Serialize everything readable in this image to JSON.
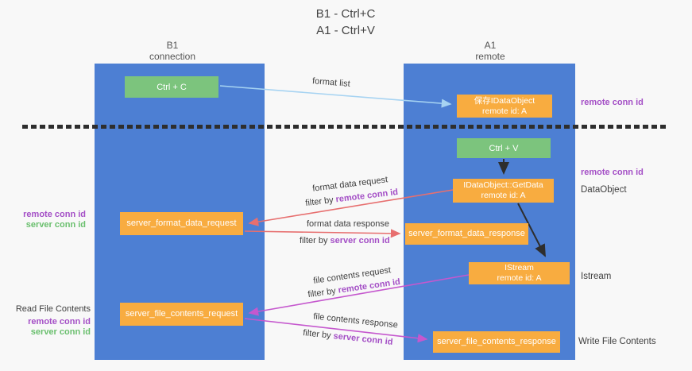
{
  "title": {
    "line1": "B1 - Ctrl+C",
    "line2": "A1 - Ctrl+V"
  },
  "columns": {
    "left": {
      "header_line1": "B1",
      "header_line2": "connection"
    },
    "right": {
      "header_line1": "A1",
      "header_line2": "remote"
    }
  },
  "boxes": {
    "ctrl_c": "Ctrl + C",
    "ctrl_v": "Ctrl + V",
    "save_idataobject": {
      "line1": "保存IDataObject",
      "line2": "remote id: A"
    },
    "getdata": {
      "line1": "IDataObject::GetData",
      "line2": "remote id: A"
    },
    "istream": {
      "line1": "IStream",
      "line2": "remote id: A"
    },
    "server_format_data_request": "server_format_data_request",
    "server_format_data_response": "server_format_data_response",
    "server_file_contents_request": "server_file_contents_request",
    "server_file_contents_response": "server_file_contents_response"
  },
  "arrow_labels": {
    "format_list": "format list",
    "format_data_request": "format data request",
    "format_data_response": "format data response",
    "file_contents_request": "file contents request",
    "file_contents_response": "file contents response",
    "filter_by": "filter by ",
    "remote_conn_id": "remote conn id",
    "server_conn_id": "server conn id"
  },
  "side_labels": {
    "remote_conn_id": "remote conn id",
    "server_conn_id": "server conn id",
    "dataobject": "DataObject",
    "istream": "Istream",
    "read_file_contents": "Read File Contents",
    "write_file_contents": "Write File Contents"
  },
  "colors": {
    "lifeline_blue": "#4d7fd3",
    "box_green": "#7cc47d",
    "box_orange": "#f8ac40",
    "arrow_lightblue": "#a6d3f2",
    "arrow_salmon": "#e76f6f",
    "arrow_magenta": "#c558ce",
    "arrow_black": "#2e2e2e",
    "text_purple": "#a44fc6",
    "text_green": "#6abf6e",
    "text_dark": "#3e3e3e",
    "background": "#f8f8f8"
  }
}
